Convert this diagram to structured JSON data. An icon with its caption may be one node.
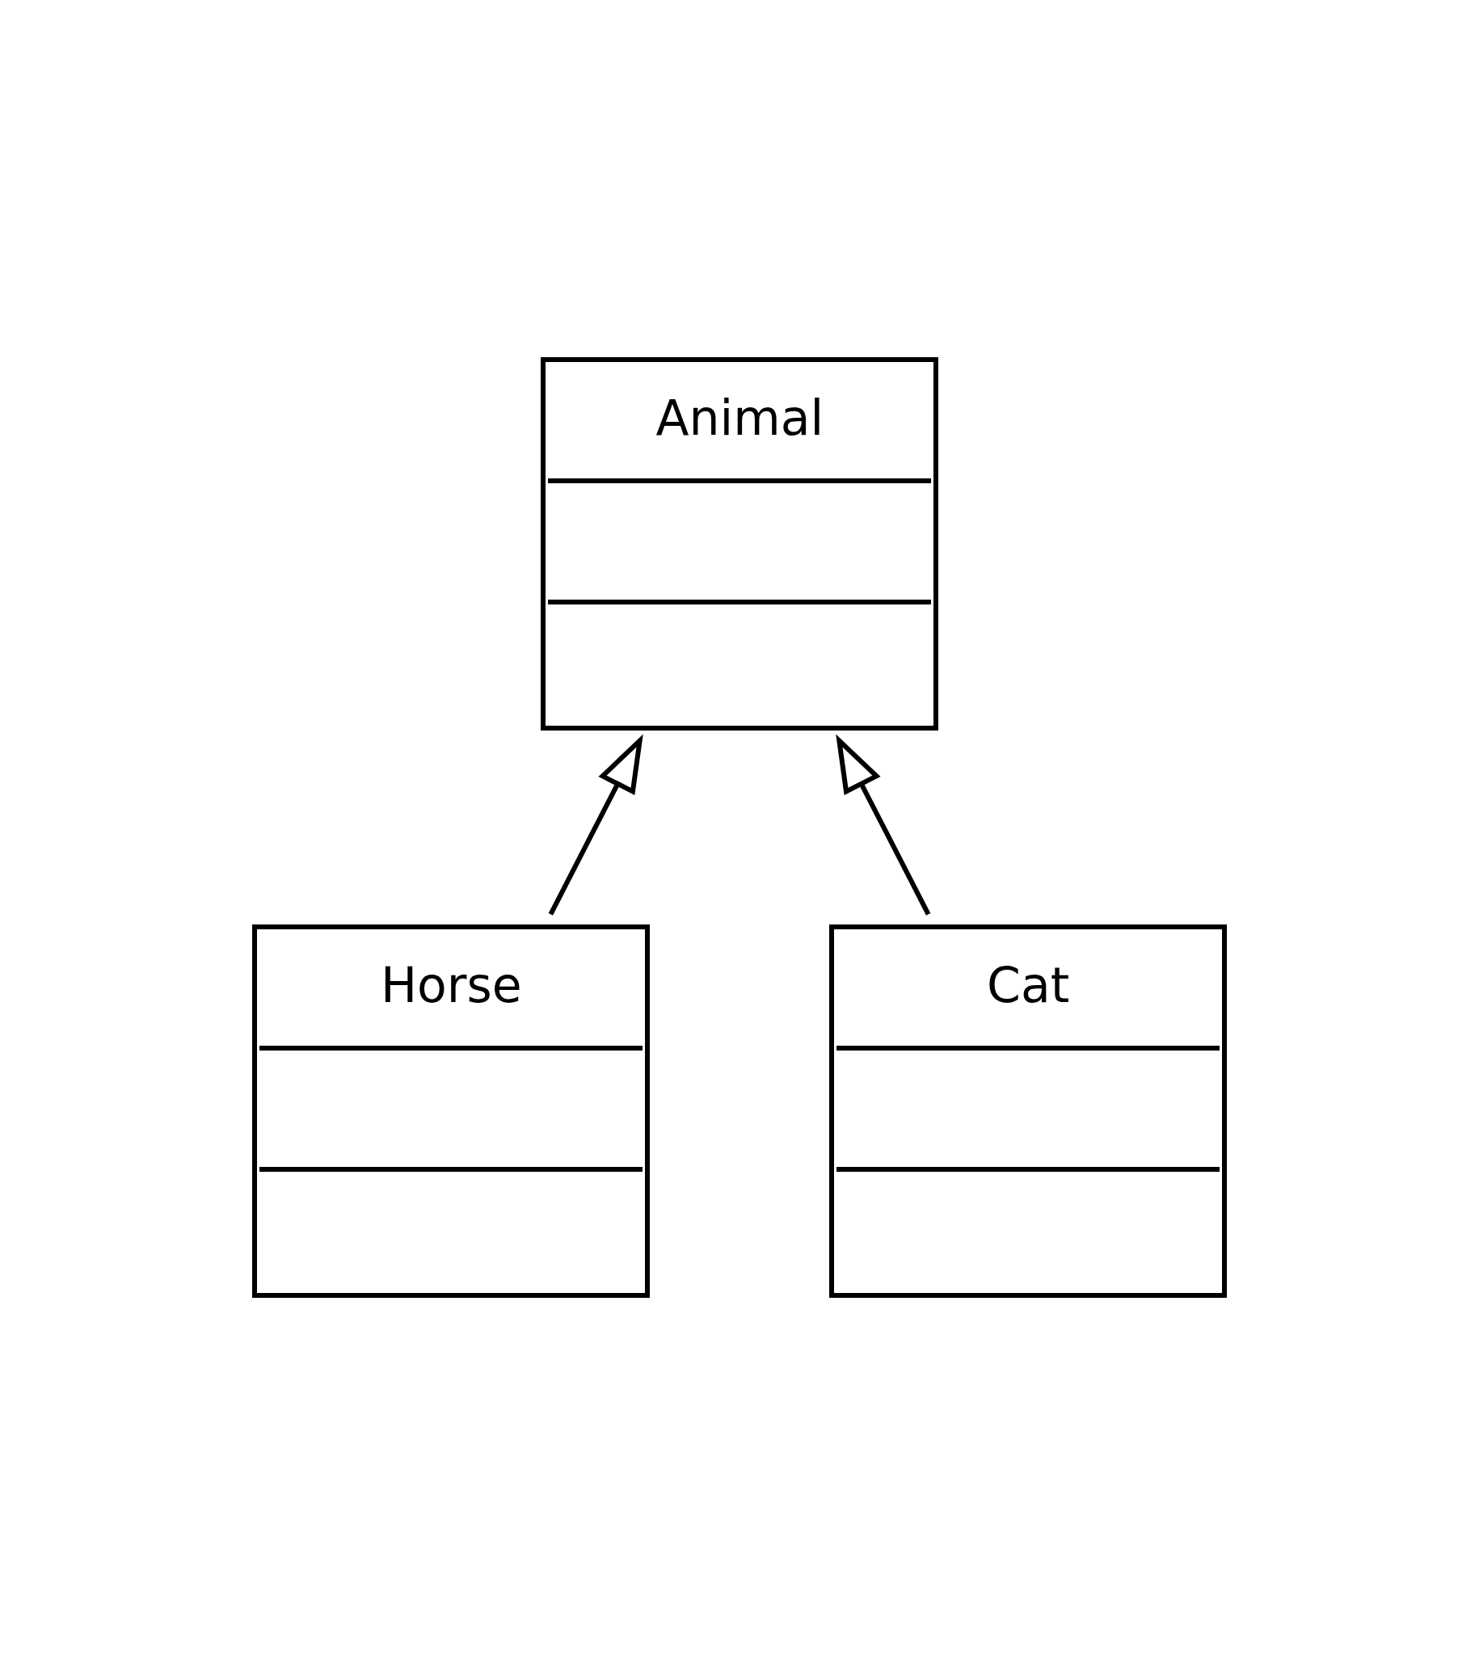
{
  "diagram": {
    "nodes": [
      {
        "text": [
          "Animal"
        ]
      },
      {
        "text": [
          "Horse"
        ]
      },
      {
        "text": [
          "Cat"
        ]
      }
    ],
    "edges": [
      {
        "from": 1,
        "to": 0,
        "arrow": "to"
      },
      {
        "from": 2,
        "to": 0,
        "arrow": "to"
      }
    ]
  }
}
